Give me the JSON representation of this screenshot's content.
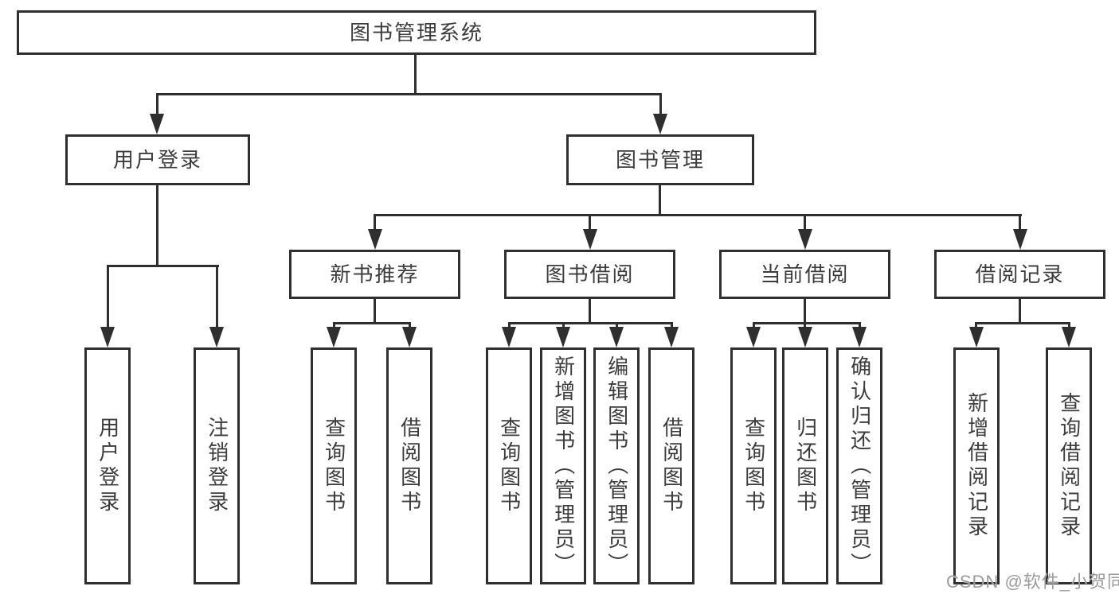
{
  "diagram": {
    "root": {
      "label": "图书管理系统"
    },
    "branches": [
      {
        "label": "用户登录",
        "children": [
          {
            "label": "用户登录"
          },
          {
            "label": "注销登录"
          }
        ]
      },
      {
        "label": "图书管理",
        "groups": [
          {
            "label": "新书推荐",
            "children": [
              {
                "label": "查询图书"
              },
              {
                "label": "借阅图书"
              }
            ]
          },
          {
            "label": "图书借阅",
            "children": [
              {
                "label": "查询图书"
              },
              {
                "label": "新增图书（管理员）"
              },
              {
                "label": "编辑图书（管理员）"
              },
              {
                "label": "借阅图书"
              }
            ]
          },
          {
            "label": "当前借阅",
            "children": [
              {
                "label": "查询图书"
              },
              {
                "label": "归还图书"
              },
              {
                "label": "确认归还（管理员）"
              }
            ]
          },
          {
            "label": "借阅记录",
            "children": [
              {
                "label": "新增借阅记录"
              },
              {
                "label": "查询借阅记录"
              }
            ]
          }
        ]
      }
    ]
  },
  "watermark": {
    "text": "CSDN @软件_小贺同学",
    "color": "#9b9b9b"
  },
  "colors": {
    "line": "#2f2f2f",
    "text": "#3c3c3c",
    "background": "#ffffff"
  }
}
